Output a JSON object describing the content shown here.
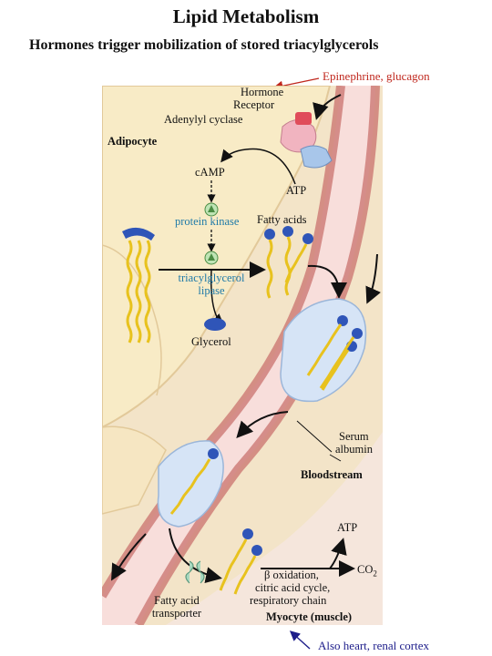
{
  "title": "Lipid Metabolism",
  "subtitle": "Hormones trigger mobilization of stored triacylglycerols",
  "annotations": {
    "hormone_examples": "Epinephrine, glucagon",
    "tissue_note": "Also heart, renal cortex"
  },
  "diagram": {
    "hormone": "Hormone",
    "receptor": "Receptor",
    "adenylyl_cyclase": "Adenylyl cyclase",
    "adipocyte": "Adipocyte",
    "camp": "cAMP",
    "atp_top": "ATP",
    "protein_kinase": "protein kinase",
    "fatty_acids": "Fatty acids",
    "tag_lipase_1": "triacylglycerol",
    "tag_lipase_2": "lipase",
    "glycerol": "Glycerol",
    "serum_albumin_1": "Serum",
    "serum_albumin_2": "albumin",
    "bloodstream": "Bloodstream",
    "atp_bottom": "ATP",
    "co2": "CO",
    "co2_sub": "2",
    "beta_oxidation_1": "β oxidation,",
    "beta_oxidation_2": "citric acid cycle,",
    "beta_oxidation_3": "respiratory chain",
    "fa_transporter_1": "Fatty acid",
    "fa_transporter_2": "transporter",
    "myocyte": "Myocyte (muscle)"
  },
  "colors": {
    "annotation_red": "#c0281e",
    "annotation_blue": "#1d1d8a",
    "enzyme_blue": "#1f7aa8",
    "cell_fill": "#f6e8bf",
    "vessel_wall": "#d98f8c",
    "blood": "#f6dcda",
    "fatty_acid_chain": "#e8c21e",
    "head_group": "#2f55b8",
    "albumin": "#d6e4f6"
  }
}
